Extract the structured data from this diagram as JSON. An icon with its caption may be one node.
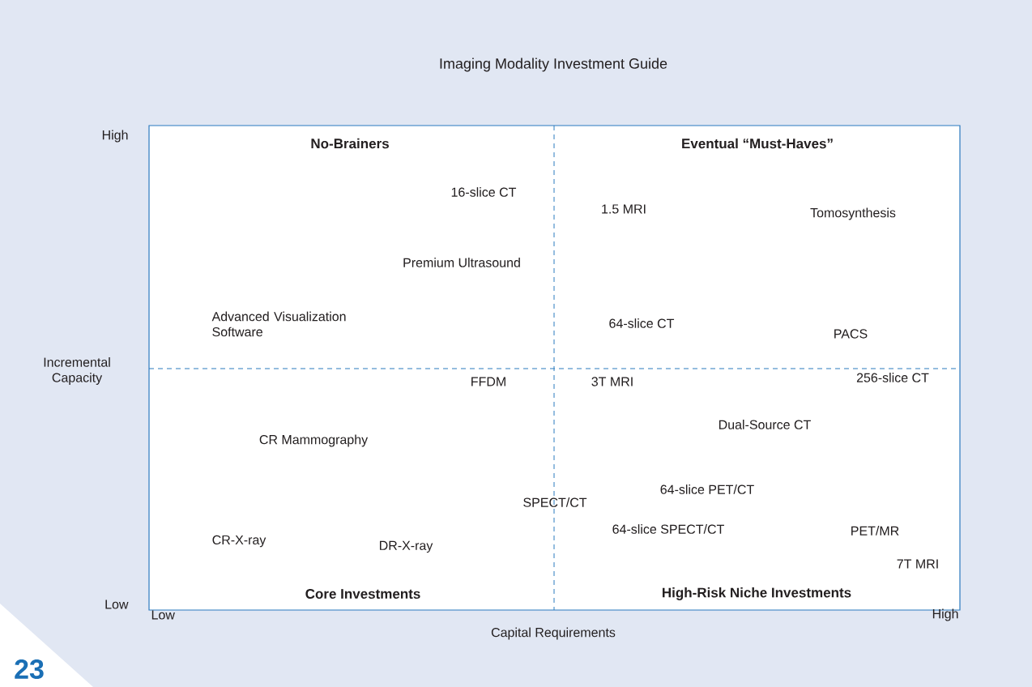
{
  "diagram": {
    "title": "Imaging Modality Investment Guide",
    "nodes": [
      {
        "text": [
          "No-Brainers"
        ]
      },
      {
        "text": [
          "Eventual “Must-Haves”"
        ]
      },
      {
        "text": [
          "Core Investments"
        ]
      },
      {
        "text": [
          "High-Risk Niche Investments"
        ]
      }
    ],
    "labels": [
      "High",
      "16-slice CT",
      "1.5 MRI",
      "Tomosynthesis",
      "Premium Ultrasound",
      "Advanced Visualization Software",
      "64-slice CT",
      "PACS",
      "Incremental Capacity",
      "256-slice CT",
      "FFDM",
      "3T MRI",
      "Dual-Source CT",
      "CR Mammography",
      "64-slice PET/CT",
      "SPECT/CT",
      "64-slice SPECT/CT",
      "PET/MR",
      "CR-X-ray",
      "DR-X-ray",
      "7T MRI",
      "Low",
      "Low",
      "High",
      "Capital Requirements",
      "23"
    ]
  }
}
